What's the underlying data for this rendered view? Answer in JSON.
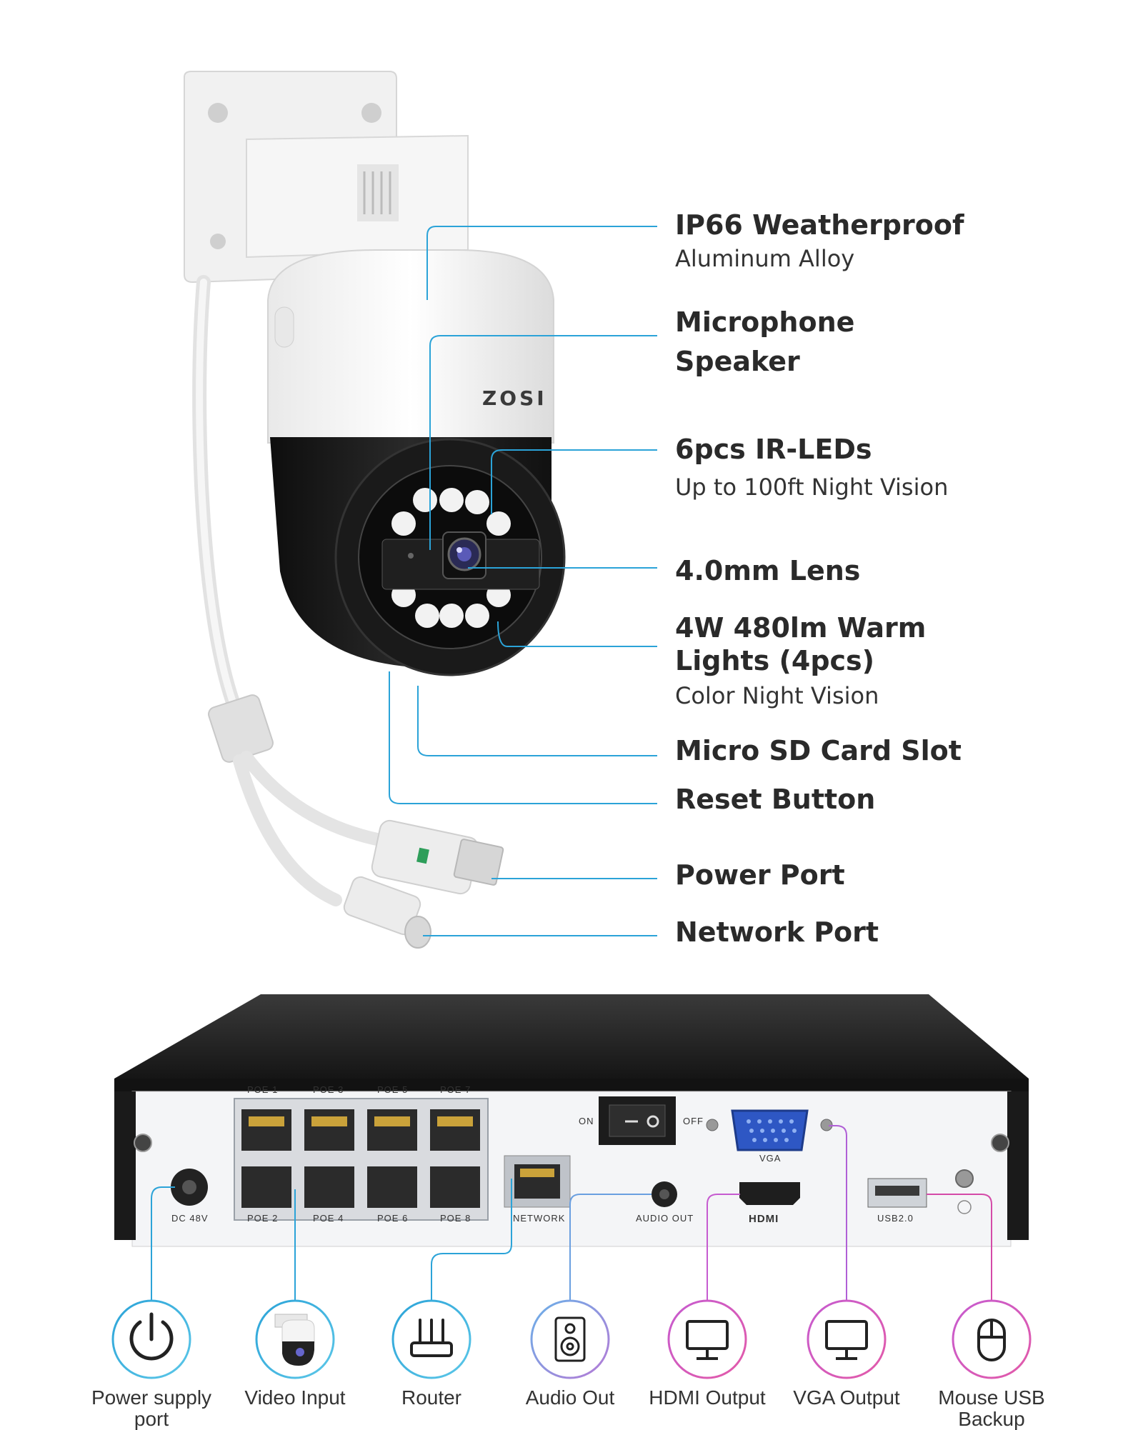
{
  "camera": {
    "brand": "ZOSI",
    "callouts": [
      {
        "title": "IP66 Weatherproof",
        "sub": "Aluminum Alloy"
      },
      {
        "title": "Microphone",
        "sub": ""
      },
      {
        "title": "Speaker",
        "sub": ""
      },
      {
        "title": "6pcs IR-LEDs",
        "sub": "Up to 100ft Night Vision"
      },
      {
        "title": "4.0mm Lens",
        "sub": ""
      },
      {
        "title": "4W 480lm Warm",
        "sub": ""
      },
      {
        "title": "Lights (4pcs)",
        "sub": "Color Night Vision"
      },
      {
        "title": "Micro SD Card Slot",
        "sub": ""
      },
      {
        "title": "Reset Button",
        "sub": ""
      },
      {
        "title": "Power Port",
        "sub": ""
      },
      {
        "title": "Network Port",
        "sub": ""
      }
    ]
  },
  "nvr": {
    "poe_top": [
      "POE 1",
      "POE 3",
      "POE 5",
      "POE 7"
    ],
    "poe_bottom": [
      "POE 2",
      "POE 4",
      "POE 6",
      "POE 8"
    ],
    "dc": "DC 48V",
    "network": "NETWORK",
    "audio": "AUDIO OUT",
    "on": "ON",
    "off": "OFF",
    "vga": "VGA",
    "hdmi": "HDMI",
    "usb": "USB2.0"
  },
  "legend": [
    {
      "label": "Power supply port",
      "icon": "power-icon",
      "color": "#2ba3d8"
    },
    {
      "label": "Video Input",
      "icon": "camera-icon",
      "color": "#2ba3d8"
    },
    {
      "label": "Router",
      "icon": "router-icon",
      "color": "#2ba3d8"
    },
    {
      "label": "Audio Out",
      "icon": "speaker-icon",
      "color": "#7a8fe0"
    },
    {
      "label": "HDMI Output",
      "icon": "monitor-icon",
      "color": "#c65bd0"
    },
    {
      "label": "VGA Output",
      "icon": "monitor-icon",
      "color": "#c65bd0"
    },
    {
      "label": "Mouse USB Backup",
      "icon": "mouse-icon",
      "color": "#d44aa8"
    }
  ],
  "colors": {
    "callout_line": "#2ba3d8",
    "pink_line": "#d44aa8",
    "purple_line": "#b05fd6"
  }
}
